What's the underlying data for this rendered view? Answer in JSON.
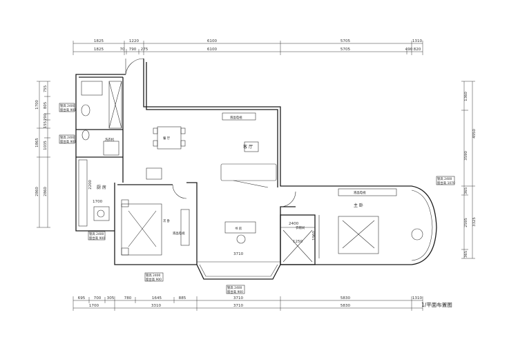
{
  "plan_title": "1/平面布置图",
  "top_dims": {
    "outer": [
      "1825",
      "1220",
      "6100",
      "5705",
      "1310"
    ],
    "inner": [
      "1825",
      "70",
      "790",
      "275",
      "6100",
      "5705",
      "490",
      "820"
    ]
  },
  "bottom_dims": {
    "inner": [
      "695",
      "700",
      "305",
      "780",
      "1645",
      "885",
      "3710",
      "5830",
      "1310"
    ],
    "outer": [
      "1700",
      "3310",
      "3710",
      "5830"
    ]
  },
  "left_dims": {
    "outer": [
      "1700",
      "1865",
      "2860"
    ],
    "inner": [
      "755",
      "805",
      "290",
      "155",
      "1035",
      "2860"
    ]
  },
  "right_dims": {
    "outer": [
      "4950",
      "3325"
    ],
    "inner": [
      "1360",
      "3590",
      "365",
      "2595",
      "365"
    ]
  },
  "rooms": {
    "living": "客 厅",
    "kitchen": "厨 房",
    "second_bedroom": "次 卧",
    "study": "书 房",
    "master_bedroom": "主 卧",
    "walkin_closet": "衣帽间"
  },
  "fixtures": {
    "tv_living": "液晶电视",
    "tv_master": "液晶电视",
    "tv_second": "液晶电视",
    "washer": "洗衣机",
    "dining": "餐 厅"
  },
  "interior_dims": {
    "kitchen_w": "2200",
    "kitchen_h": "1700",
    "study_w": "3710",
    "closet_w": "2400",
    "closet_h": "1960",
    "closet_d": "1250"
  },
  "tags": {
    "bath1": [
      "管高 2400",
      "窗台高 900"
    ],
    "bath2": [
      "管高 2400",
      "窗台高 900"
    ],
    "kitchen": [
      "管高 2400",
      "窗台高 900"
    ],
    "second_bedroom": [
      "管高 2400",
      "窗台高 900"
    ],
    "study": [
      "管高 2400",
      "窗台高 900"
    ],
    "master_bedroom": [
      "管高 2400",
      "窗台高 1070"
    ]
  }
}
